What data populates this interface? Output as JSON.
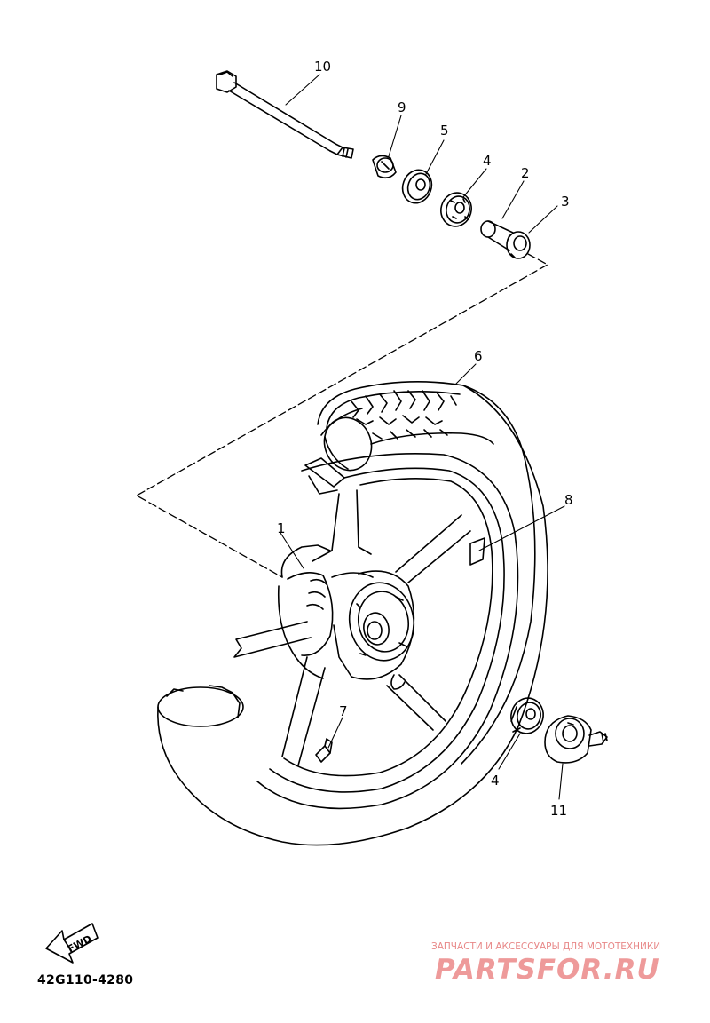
{
  "callouts": [
    {
      "id": "axle",
      "label": "10"
    },
    {
      "id": "collar",
      "label": "9"
    },
    {
      "id": "oil-seal",
      "label": "5"
    },
    {
      "id": "bearing-left",
      "label": "4"
    },
    {
      "id": "spacer",
      "label": "2"
    },
    {
      "id": "spacer-flange",
      "label": "3"
    },
    {
      "id": "tire",
      "label": "6"
    },
    {
      "id": "balance-weight",
      "label": "8"
    },
    {
      "id": "wheel",
      "label": "1"
    },
    {
      "id": "valve",
      "label": "7"
    },
    {
      "id": "bearing-right",
      "label": "4"
    },
    {
      "id": "gear-unit",
      "label": "11"
    }
  ],
  "fwd_label": "FWD",
  "diagram_code": "42G110-4280",
  "watermark": {
    "tagline": "ЗАПЧАСТИ И АКСЕССУАРЫ ДЛЯ МОТОТЕХНИКИ",
    "brand": "PARTSFOR.RU"
  }
}
